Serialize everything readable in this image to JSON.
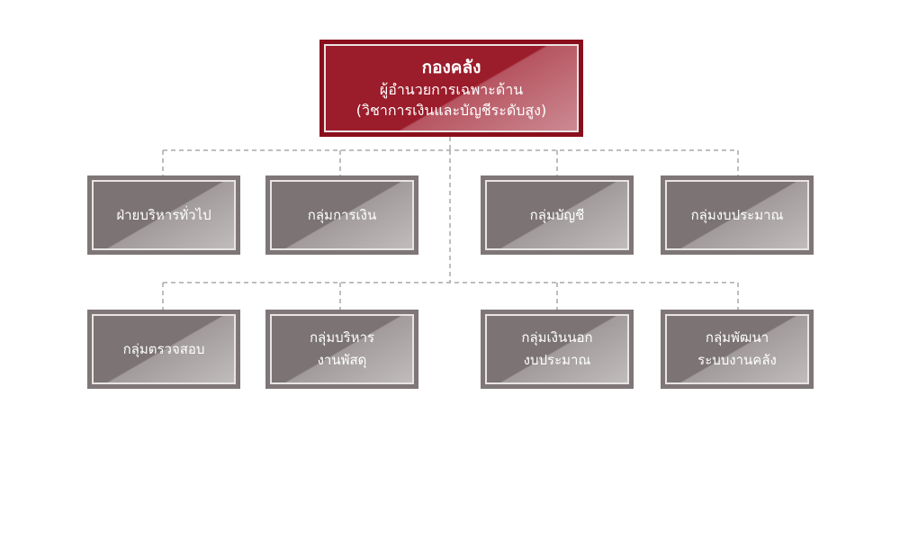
{
  "root": {
    "title": "กองคลัง",
    "subtitle_line1": "ผู้อำนวยการเฉพาะด้าน",
    "subtitle_line2": "(วิชาการเงินและบัญชีระดับสูง)"
  },
  "row1": [
    {
      "line1": "ฝ่ายบริหารทั่วไป"
    },
    {
      "line1": "กลุ่มการเงิน"
    },
    {
      "line1": "กลุ่มบัญชี"
    },
    {
      "line1": "กลุ่มงบประมาณ"
    }
  ],
  "row2": [
    {
      "line1": "กลุ่มตรวจสอบ"
    },
    {
      "line1": "กลุ่มบริหาร",
      "line2": "งานพัสดุ"
    },
    {
      "line1": "กลุ่มเงินนอก",
      "line2": "งบประมาณ"
    },
    {
      "line1": "กลุ่มพัฒนา",
      "line2": "ระบบงานคลัง"
    }
  ],
  "colors": {
    "root_fill": "#8a0f1c",
    "node_fill": "#7e7677",
    "connector": "#a8a8a8"
  }
}
